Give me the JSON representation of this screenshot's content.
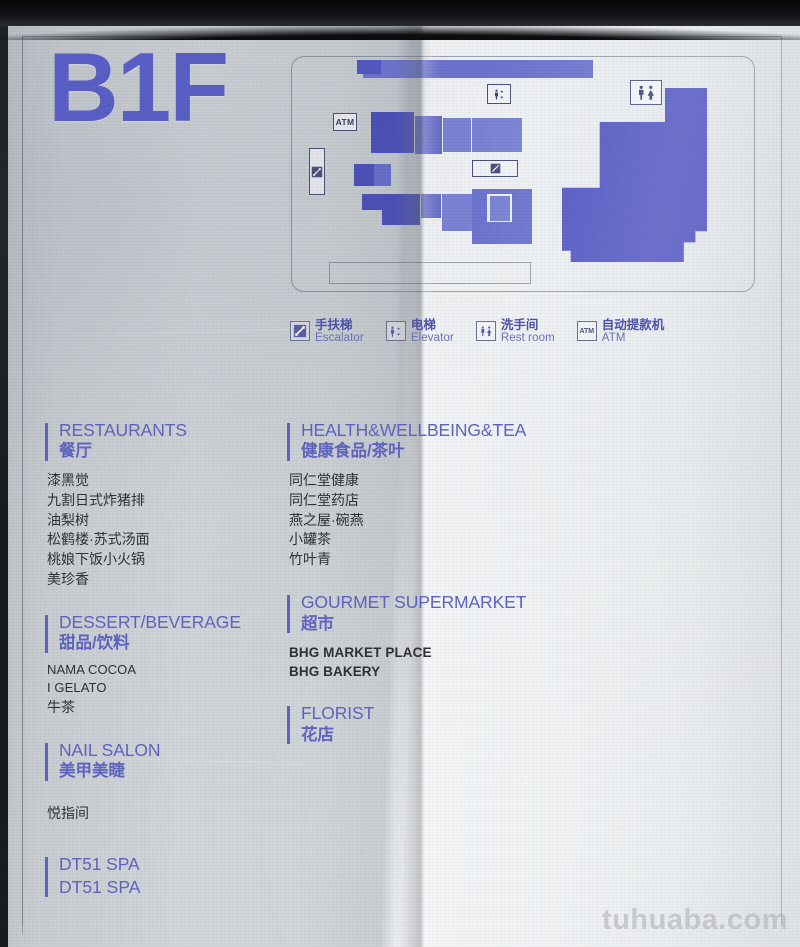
{
  "floor": {
    "label": "B1F"
  },
  "watermark": "tuhuaba.com",
  "legend": {
    "items": [
      {
        "icon": "escalator-icon",
        "cn": "手扶梯",
        "en": "Escalator"
      },
      {
        "icon": "elevator-icon",
        "cn": "电梯",
        "en": "Elevator"
      },
      {
        "icon": "restroom-icon",
        "cn": "洗手间",
        "en": "Rest room"
      },
      {
        "icon": "atm-icon",
        "cn": "自动提款机",
        "en": "ATM",
        "box_label": "ATM"
      }
    ]
  },
  "map": {
    "markers": [
      {
        "name": "atm-marker",
        "label": "ATM"
      },
      {
        "name": "escalator-marker-left",
        "label": ""
      },
      {
        "name": "escalator-marker-center",
        "label": ""
      },
      {
        "name": "elevator-marker-center",
        "label": ""
      },
      {
        "name": "restroom-marker-right",
        "label": ""
      }
    ]
  },
  "directory": {
    "left_column": [
      {
        "id": "restaurants",
        "en": "RESTAURANTS",
        "cn": "餐厅",
        "shops": [
          {
            "name": "漆黑觉",
            "script": "cn"
          },
          {
            "name": "九割日式炸猪排",
            "script": "cn"
          },
          {
            "name": "油梨树",
            "script": "cn"
          },
          {
            "name": "松鹤楼·苏式汤面",
            "script": "cn"
          },
          {
            "name": "桃娘下饭小火锅",
            "script": "cn"
          },
          {
            "name": "美珍香",
            "script": "cn"
          }
        ]
      },
      {
        "id": "dessert-beverage",
        "en": "DESSERT/BEVERAGE",
        "cn": "甜品/饮料",
        "shops": [
          {
            "name": "NAMA COCOA",
            "script": "lat"
          },
          {
            "name": "I GELATO",
            "script": "lat"
          },
          {
            "name": "牛茶",
            "script": "cn"
          }
        ]
      },
      {
        "id": "nail-salon",
        "en": "NAIL SALON",
        "cn": "美甲美睫",
        "shops": [
          {
            "name": "悦指间",
            "script": "cn"
          }
        ]
      },
      {
        "id": "dt51-spa",
        "en": "DT51 SPA",
        "cn": "DT51 SPA",
        "shops": []
      }
    ],
    "right_column": [
      {
        "id": "health-wellbeing-tea",
        "en": "HEALTH&WELLBEING&TEA",
        "cn": "健康食品/茶叶",
        "shops": [
          {
            "name": "同仁堂健康",
            "script": "cn"
          },
          {
            "name": "同仁堂药店",
            "script": "cn"
          },
          {
            "name": "燕之屋·碗燕",
            "script": "cn"
          },
          {
            "name": "小罐茶",
            "script": "cn"
          },
          {
            "name": "竹叶青",
            "script": "cn"
          }
        ]
      },
      {
        "id": "gourmet-supermarket",
        "en": "GOURMET SUPERMARKET",
        "cn": "超市",
        "shops": [
          {
            "name": "BHG MARKET PLACE",
            "script": "lat"
          },
          {
            "name": "BHG BAKERY",
            "script": "lat"
          }
        ]
      },
      {
        "id": "florist",
        "en": "FLORIST",
        "cn": "花店",
        "shops": []
      }
    ]
  },
  "colors": {
    "brand_blue": "#5f64c0",
    "map_blue_dark": "#5257c4",
    "map_blue_light": "#8189d8",
    "text_dark": "#2f3136",
    "paper": "#dcdfe3"
  }
}
